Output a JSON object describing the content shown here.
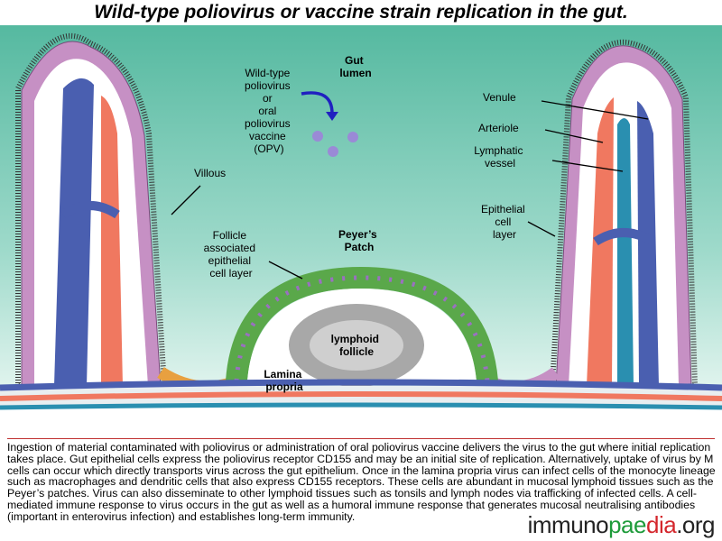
{
  "title": "Wild-type poliovirus or vaccine strain replication in the gut.",
  "labels": {
    "virus": [
      "Wild-type",
      "poliovirus",
      "or",
      "oral",
      "poliovirus",
      "vaccine",
      "(OPV)"
    ],
    "gut_lumen": [
      "Gut",
      "lumen"
    ],
    "villous": "Villous",
    "follicle_layer": [
      "Follicle",
      "associated",
      "epithelial",
      "cell layer"
    ],
    "peyers_patch": [
      "Peyer’s",
      "Patch"
    ],
    "lymphoid_follicle": [
      "lymphoid",
      "follicle"
    ],
    "lamina_propria": [
      "Lamina",
      "propria"
    ],
    "venule": "Venule",
    "arteriole": "Arteriole",
    "lymphatic_vessel": [
      "Lymphatic",
      "vessel"
    ],
    "epithelial_layer": [
      "Epithelial",
      "cell",
      "layer"
    ]
  },
  "caption": "Ingestion of material contaminated with poliovirus or administration of oral poliovirus vaccine delivers the virus to the gut where initial replication takes place. Gut epithelial cells express the poliovirus receptor CD155 and may be an initial site of replication. Alternatively, uptake of virus by M cells can occur which directly transports virus across the gut epithelium. Once in the lamina propria virus can infect cells of the monocyte lineage such as macrophages and dendritic cells that also express CD155 receptors. These cells are abundant in mucosal lymphoid tissues such as the Peyer’s patches. Virus can also disseminate to other lymphoid tissues such as tonsils and lymph nodes via trafficking of infected cells. A cell-mediated immune response to virus occurs in the gut as well as a humoral immune response that generates mucosal neutralising antibodies (important in enterovirus infection) and establishes long-term immunity.",
  "logo": {
    "part1": "immuno",
    "part2": "pae",
    "part3": "dia",
    "part4": ".org"
  },
  "colors": {
    "lumen": "#5fbfa8",
    "villus_epithelium": "#c690c4",
    "follicle_epithelium": "#5aa84a",
    "venule": "#4a5fb0",
    "arteriole": "#f07860",
    "lymphatic": "#2a8fb0",
    "follicle": "#a8a8a8"
  }
}
